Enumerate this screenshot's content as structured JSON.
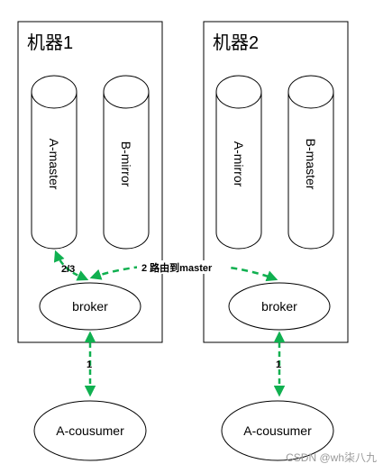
{
  "colors": {
    "arrow": "#10b050",
    "stroke": "#000000",
    "watermark": "#9a9a9a"
  },
  "machine1": {
    "title": "机器1",
    "queue_left": "A-master",
    "queue_right": "B-mirror",
    "broker": "broker"
  },
  "machine2": {
    "title": "机器2",
    "queue_left": "A-mirror",
    "queue_right": "B-master",
    "broker": "broker"
  },
  "edges": {
    "queue_to_broker": "2/3",
    "route": "2 路由到master",
    "consumer_left": "1",
    "consumer_right": "1"
  },
  "consumers": {
    "left": "A-cousumer",
    "right": "A-cousumer"
  },
  "watermark": "CSDN @wh柒八九"
}
